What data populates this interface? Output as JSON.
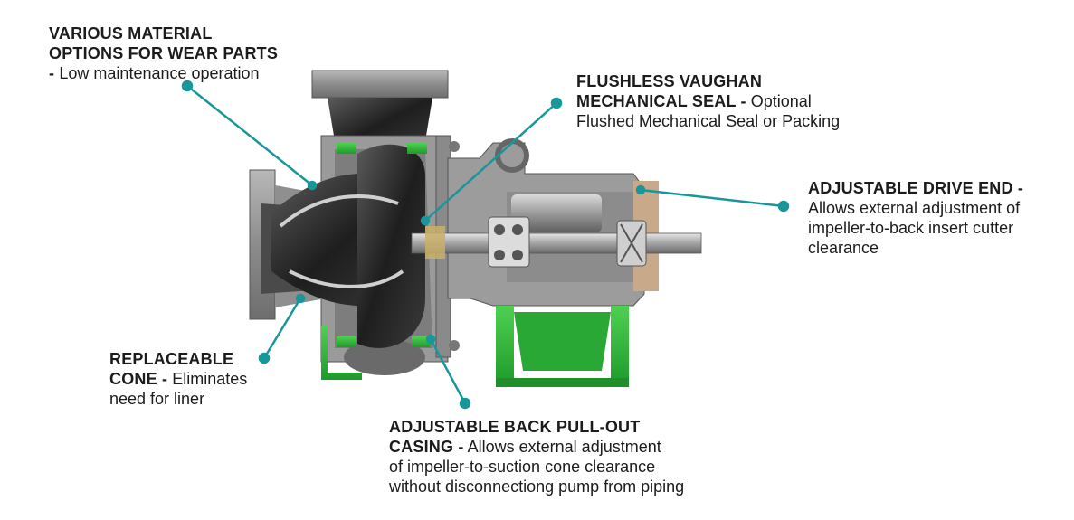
{
  "callouts": {
    "material": {
      "title_line1": "VARIOUS MATERIAL",
      "title_line2": "OPTIONS FOR WEAR PARTS",
      "desc": "Low maintenance operation"
    },
    "seal": {
      "title_line1": "FLUSHLESS VAUGHAN",
      "title_line2": "MECHANICAL SEAL -",
      "desc_line1": "Optional",
      "desc_line2": "Flushed Mechanical Seal or Packing"
    },
    "drive": {
      "title": "ADJUSTABLE DRIVE END -",
      "desc_line1": "Allows external adjustment of",
      "desc_line2": "impeller-to-back insert cutter",
      "desc_line3": "clearance"
    },
    "cone": {
      "title_line1": "REPLACEABLE",
      "title_line2": "CONE -",
      "desc_line1": "Eliminates",
      "desc_line2": "need for liner"
    },
    "casing": {
      "title_line1": "ADJUSTABLE BACK PULL-OUT",
      "title_line2": "CASING -",
      "desc_line1": "Allows external adjustment",
      "desc_line2": "of impeller-to-suction cone clearance",
      "desc_line3": "without disconnectiong pump from piping"
    }
  },
  "colors": {
    "leader": "#19969a",
    "accent_green": "#2fb83a",
    "casing_gray": "#8a8a8a"
  }
}
